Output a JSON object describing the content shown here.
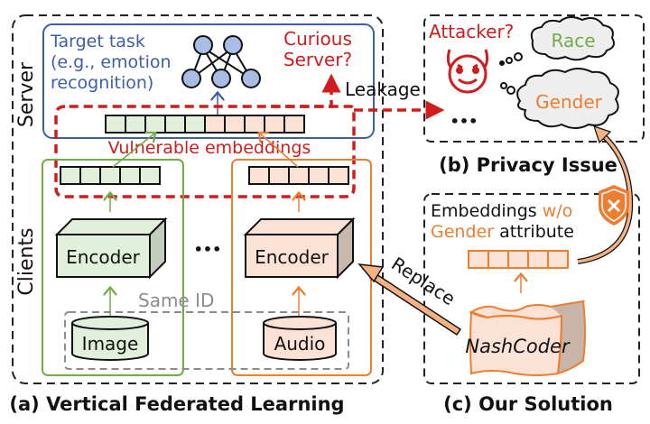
{
  "panels": {
    "a": {
      "caption": "(a) Vertical Federated Learning"
    },
    "b": {
      "caption": "(b) Privacy Issue"
    },
    "c": {
      "caption": "(c) Our Solution"
    }
  },
  "server": {
    "side_label": "Server",
    "task_line1": "Target task",
    "task_line2": "(e.g., emotion",
    "task_line3": "recognition)",
    "curious_line1": "Curious",
    "curious_line2": "Server?"
  },
  "clients": {
    "side_label": "Clients",
    "left": {
      "encoder_label": "Encoder",
      "data_label": "Image"
    },
    "right": {
      "encoder_label": "Encoder",
      "data_label": "Audio"
    },
    "ellipsis": "•••",
    "same_id_label": "Same ID"
  },
  "embeddings": {
    "vulnerable_label": "Vulnerable embeddings",
    "server_cells": 10,
    "client_cells": 5
  },
  "leakage_label": "Leakage",
  "privacy": {
    "attacker_label": "Attacker?",
    "thought_1": "Race",
    "thought_2": "Gender",
    "more": "•••"
  },
  "solution": {
    "embed_line1_a": "Embeddings ",
    "embed_line1_b": "w/o",
    "embed_line2_a": "Gender",
    "embed_line2_b": " attribute",
    "encoder_label": "NashCoder",
    "replace_label": "Replace",
    "cells": 5
  },
  "colors": {
    "server_blue": "#3c5fa5",
    "red": "#d01c1c",
    "green": "#70ad47",
    "green_fill": "#e2efda",
    "orange": "#ed7d31",
    "orange_fill": "#fbe2d5",
    "node_fill": "#a9bce3",
    "gray": "#8c8c8c",
    "cloud_fill": "#eeeeee"
  }
}
